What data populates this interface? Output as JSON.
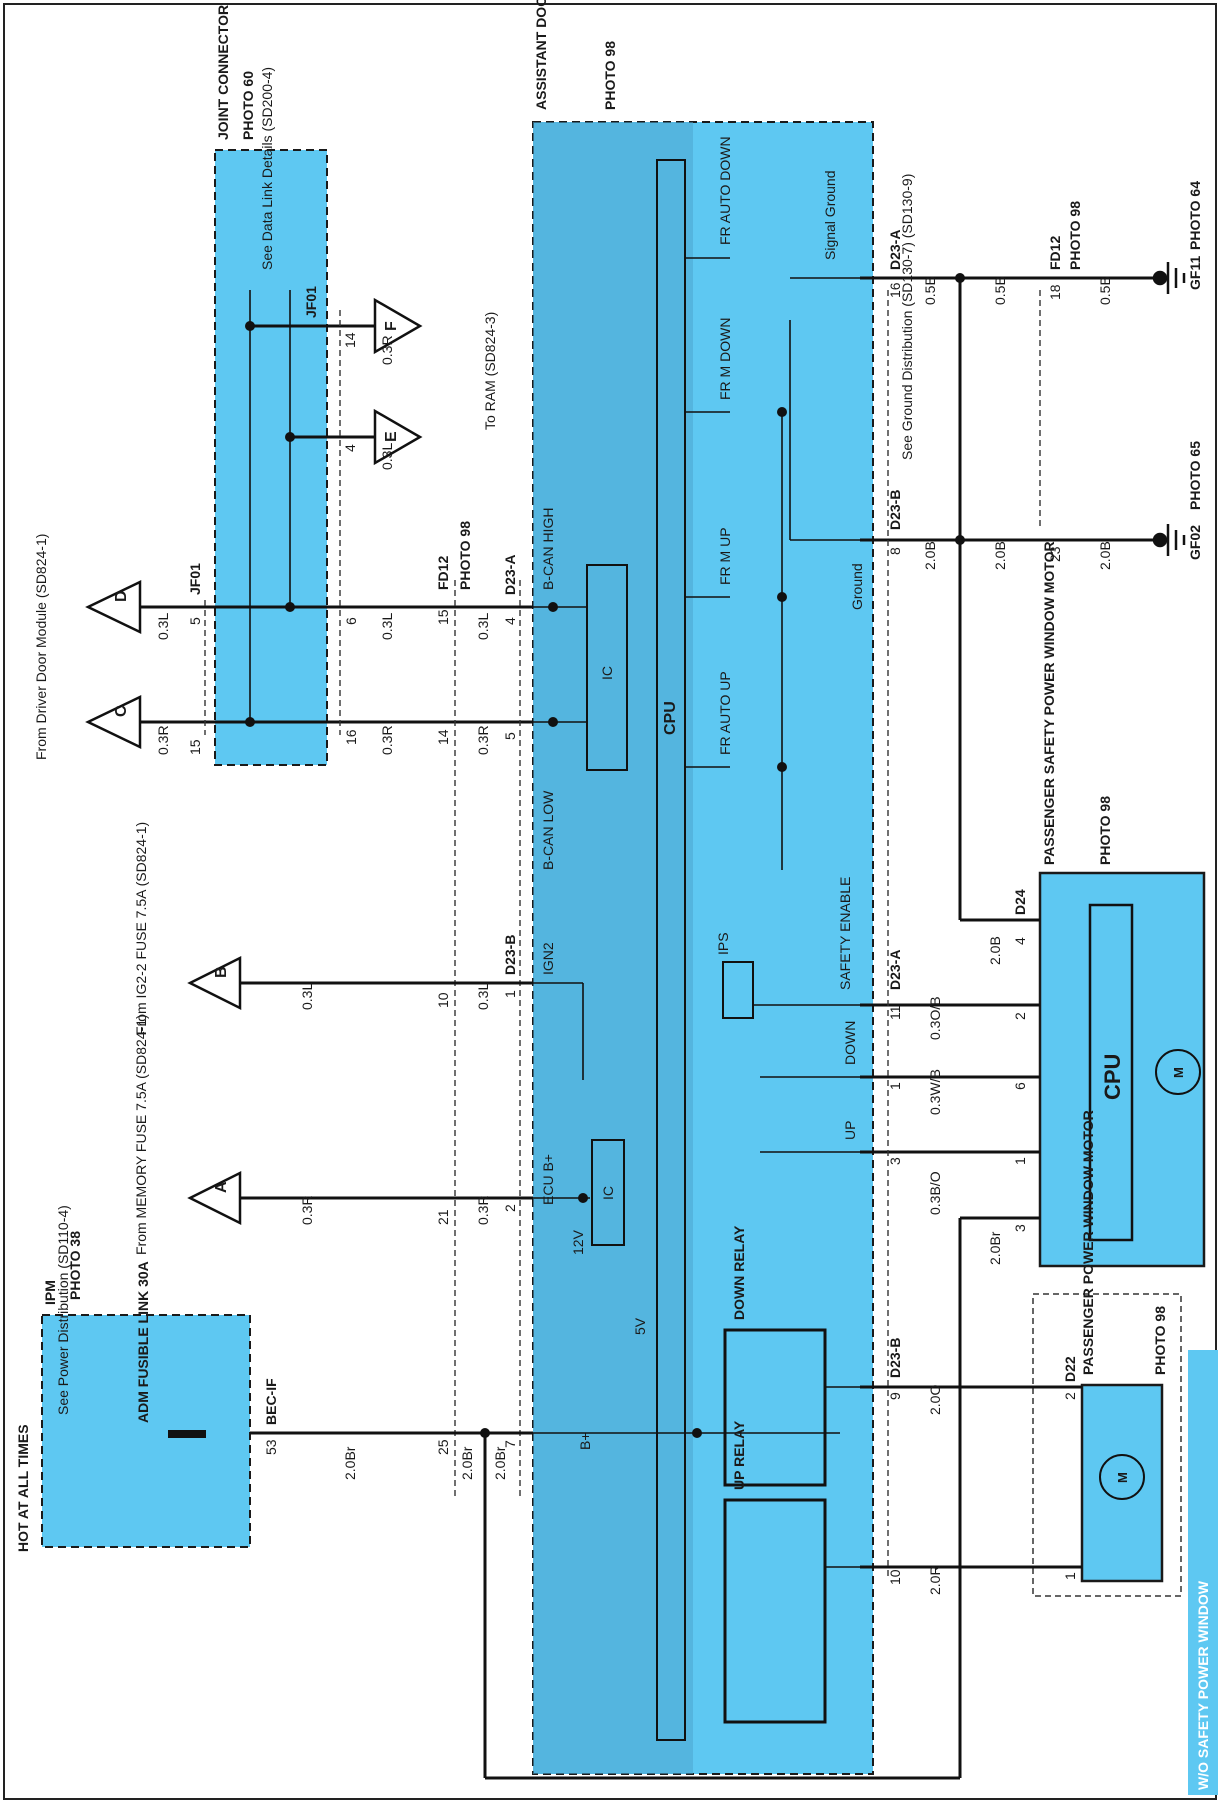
{
  "frame": {
    "hot_label": "HOT AT ALL TIMES"
  },
  "modules": {
    "joint": {
      "name": "JOINT CONNECTOR",
      "photo": "PHOTO 60",
      "conn": "JF01",
      "note": "See Data Link Details (SD200-4)"
    },
    "ipm": {
      "name": "IPM",
      "photo": "PHOTO 38",
      "note": "See Power Distribution (SD110-4)",
      "fuse": "ADM FUSIBLE LINK 30A",
      "conn": "BEC-IF"
    },
    "adm": {
      "name": "ASSISTANT DOOR MODULE",
      "photo": "PHOTO 98"
    },
    "sm": {
      "name": "PASSENGER SAFETY POWER WINDOW MOTOR",
      "photo": "PHOTO 98",
      "conn": "D24",
      "cpu": "CPU"
    },
    "pm": {
      "name": "PASSENGER POWER WINDOW MOTOR",
      "photo": "PHOTO 98",
      "conn": "D22"
    },
    "wo": {
      "label": "W/O SAFETY POWER WINDOW"
    }
  },
  "sources": {
    "driver": "From Driver Door Module (SD824-1)",
    "ram": "To RAM (SD824-3)",
    "ig2": "From IG2-2 FUSE 7.5A (SD824-1)",
    "memory": "From MEMORY FUSE 7.5A (SD824-1)",
    "ground_note": "See Ground Distribution (SD130-7) (SD130-9)"
  },
  "connectors": {
    "jf01": "JF01",
    "fd12": "FD12",
    "photo98": "PHOTO 98",
    "d23a": "D23-A",
    "d23b": "D23-B",
    "gf11": "GF11",
    "gf02": "GF02",
    "photo64": "PHOTO 64",
    "photo65": "PHOTO 65"
  },
  "internal": {
    "bcan_high": "B-CAN HIGH",
    "bcan_low": "B-CAN LOW",
    "ic": "IC",
    "cpu": "CPU",
    "ign2": "IGN2",
    "ecu_b": "ECU B+",
    "v12": "12V",
    "v5": "5V",
    "bplus": "B+",
    "ips": "IPS",
    "safety": "SAFETY ENABLE",
    "down": "DOWN",
    "up": "UP",
    "down_relay": "DOWN RELAY",
    "up_relay": "UP RELAY",
    "signal_ground": "Signal Ground",
    "ground": "Ground",
    "sw_auto_down": "FR AUTO DOWN",
    "sw_m_down": "FR M DOWN",
    "sw_m_up": "FR M UP",
    "sw_auto_up": "FR AUTO UP",
    "motor": "M"
  },
  "tri": {
    "a": "A",
    "b": "B",
    "c": "C",
    "d": "D",
    "e": "E",
    "f": "F"
  },
  "wires": {
    "w03L": "0.3L",
    "w03R": "0.3R",
    "w20Br": "2.0Br",
    "w05B": "0.5B",
    "w20B": "2.0B",
    "w03OB": "0.3O/B",
    "w03WB": "0.3W/B",
    "w03BO": "0.3B/O",
    "w20O": "2.0O",
    "w20R": "2.0R"
  },
  "pins": {
    "p1": "1",
    "p2": "2",
    "p3": "3",
    "p4": "4",
    "p5": "5",
    "p6": "6",
    "p7": "7",
    "p8": "8",
    "p9": "9",
    "p10": "10",
    "p11": "11",
    "p14": "14",
    "p15": "15",
    "p16": "16",
    "p18": "18",
    "p21": "21",
    "p23": "23",
    "p25": "25",
    "p53": "53"
  }
}
